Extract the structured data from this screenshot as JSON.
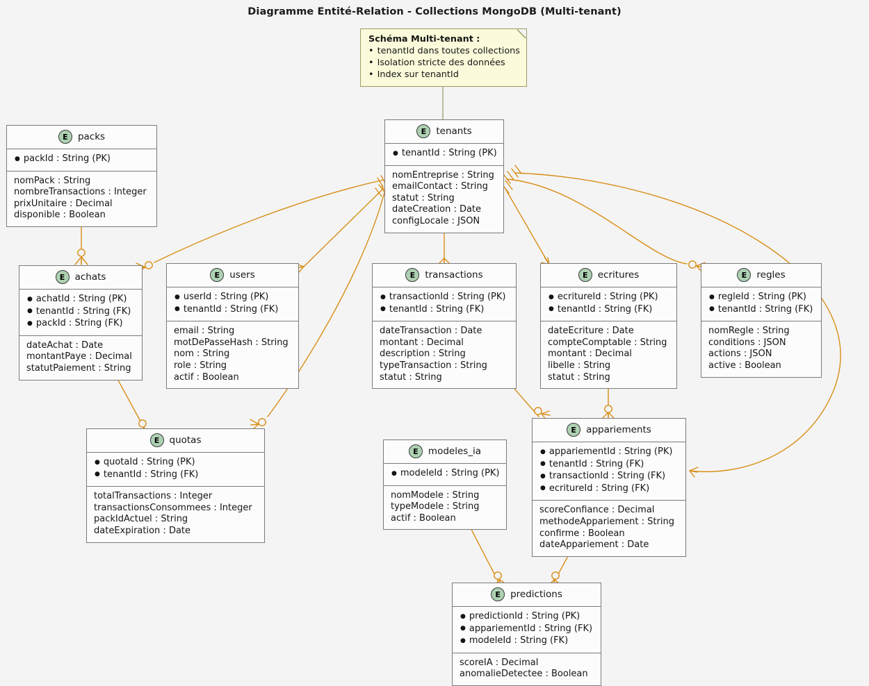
{
  "title": "Diagramme Entité-Relation - Collections MongoDB (Multi-tenant)",
  "colors": {
    "background": "#F4F4F4",
    "entity_fill": "#FCFCFC",
    "entity_border": "#7A7A7A",
    "icon_fill": "#ADD1B2",
    "note_fill": "#FBFBDB",
    "note_border": "#9B9B5E",
    "link": "#D98E18",
    "text": "#151515"
  },
  "note": {
    "name": "schema-note",
    "title": "Schéma Multi-tenant :",
    "bullets": [
      "tenantId dans toutes collections",
      "Isolation stricte des données",
      "Index sur tenantId"
    ]
  },
  "entity_icon_letter": "E",
  "entities": [
    {
      "id": "packs",
      "name": "packs",
      "keys": [
        "packId : String (PK)"
      ],
      "fields": [
        "nomPack : String",
        "nombreTransactions : Integer",
        "prixUnitaire : Decimal",
        "disponible : Boolean"
      ]
    },
    {
      "id": "tenants",
      "name": "tenants",
      "keys": [
        "tenantId : String (PK)"
      ],
      "fields": [
        "nomEntreprise : String",
        "emailContact : String",
        "statut : String",
        "dateCreation : Date",
        "configLocale : JSON"
      ]
    },
    {
      "id": "achats",
      "name": "achats",
      "keys": [
        "achatId : String (PK)",
        "tenantId : String (FK)",
        "packId : String (FK)"
      ],
      "fields": [
        "dateAchat : Date",
        "montantPaye : Decimal",
        "statutPaiement : String"
      ]
    },
    {
      "id": "users",
      "name": "users",
      "keys": [
        "userId : String (PK)",
        "tenantId : String (FK)"
      ],
      "fields": [
        "email : String",
        "motDePasseHash : String",
        "nom : String",
        "role : String",
        "actif : Boolean"
      ]
    },
    {
      "id": "transactions",
      "name": "transactions",
      "keys": [
        "transactionId : String (PK)",
        "tenantId : String (FK)"
      ],
      "fields": [
        "dateTransaction : Date",
        "montant : Decimal",
        "description : String",
        "typeTransaction : String",
        "statut : String"
      ]
    },
    {
      "id": "ecritures",
      "name": "ecritures",
      "keys": [
        "ecritureId : String (PK)",
        "tenantId : String (FK)"
      ],
      "fields": [
        "dateEcriture : Date",
        "compteComptable : String",
        "montant : Decimal",
        "libelle : String",
        "statut : String"
      ]
    },
    {
      "id": "regles",
      "name": "regles",
      "keys": [
        "regleId : String (PK)",
        "tenantId : String (FK)"
      ],
      "fields": [
        "nomRegle : String",
        "conditions : JSON",
        "actions : JSON",
        "active : Boolean"
      ]
    },
    {
      "id": "quotas",
      "name": "quotas",
      "keys": [
        "quotaId : String (PK)",
        "tenantId : String (FK)"
      ],
      "fields": [
        "totalTransactions : Integer",
        "transactionsConsommees : Integer",
        "packIdActuel : String",
        "dateExpiration : Date"
      ]
    },
    {
      "id": "modeles_ia",
      "name": "modeles_ia",
      "keys": [
        "modeleId : String (PK)"
      ],
      "fields": [
        "nomModele : String",
        "typeModele : String",
        "actif : Boolean"
      ]
    },
    {
      "id": "appariements",
      "name": "appariements",
      "keys": [
        "appariementId : String (PK)",
        "tenantId : String (FK)",
        "transactionId : String (FK)",
        "ecritureId : String (FK)"
      ],
      "fields": [
        "scoreConfiance : Decimal",
        "methodeAppariement : String",
        "confirme : Boolean",
        "dateAppariement : Date"
      ]
    },
    {
      "id": "predictions",
      "name": "predictions",
      "keys": [
        "predictionId : String (PK)",
        "appariementId : String (FK)",
        "modeleId : String (FK)"
      ],
      "fields": [
        "scoreIA : Decimal",
        "anomalieDetectee : Boolean"
      ]
    }
  ],
  "relationships": [
    {
      "from": "packs",
      "to": "achats",
      "from_card": "one",
      "to_card": "zero-many"
    },
    {
      "from": "tenants",
      "to": "achats",
      "from_card": "one",
      "to_card": "zero-many"
    },
    {
      "from": "tenants",
      "to": "users",
      "from_card": "one",
      "to_card": "many"
    },
    {
      "from": "tenants",
      "to": "transactions",
      "from_card": "one",
      "to_card": "many"
    },
    {
      "from": "tenants",
      "to": "ecritures",
      "from_card": "one",
      "to_card": "many"
    },
    {
      "from": "tenants",
      "to": "regles",
      "from_card": "one",
      "to_card": "zero-many"
    },
    {
      "from": "tenants",
      "to": "quotas",
      "from_card": "one",
      "to_card": "zero-many"
    },
    {
      "from": "tenants",
      "to": "appariements",
      "from_card": "one",
      "to_card": "many"
    },
    {
      "from": "achats",
      "to": "quotas",
      "from_card": "many",
      "to_card": "zero-many"
    },
    {
      "from": "transactions",
      "to": "appariements",
      "from_card": "many",
      "to_card": "zero-many"
    },
    {
      "from": "ecritures",
      "to": "appariements",
      "from_card": "one",
      "to_card": "zero-many"
    },
    {
      "from": "modeles_ia",
      "to": "predictions",
      "from_card": "many",
      "to_card": "zero-many"
    },
    {
      "from": "appariements",
      "to": "predictions",
      "from_card": "many",
      "to_card": "zero-many"
    }
  ]
}
